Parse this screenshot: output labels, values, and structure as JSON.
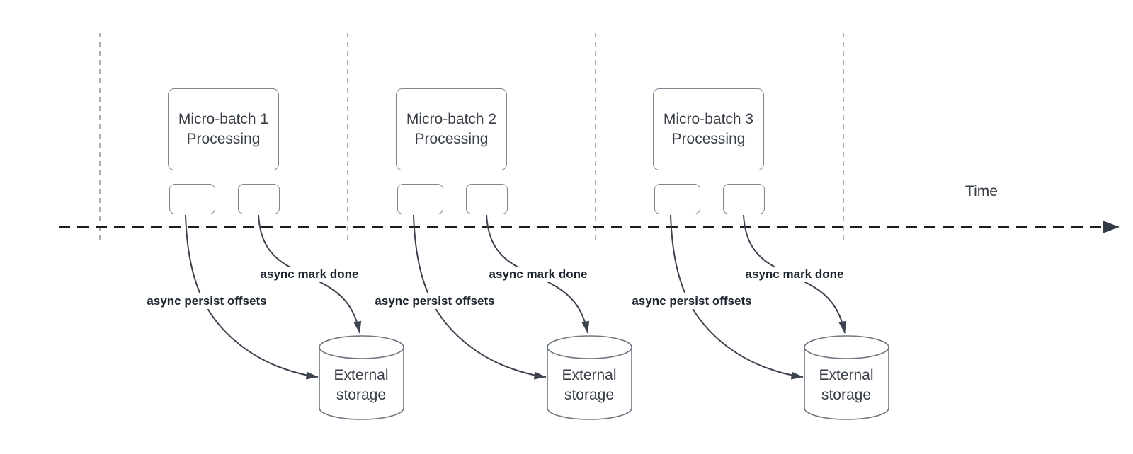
{
  "diagram": {
    "time_axis_label": "Time",
    "groups": [
      {
        "batch_title_line1": "Micro-batch 1",
        "batch_title_line2": "Processing",
        "persist_label": "async persist offsets",
        "done_label": "async mark done",
        "storage_line1": "External",
        "storage_line2": "storage"
      },
      {
        "batch_title_line1": "Micro-batch 2",
        "batch_title_line2": "Processing",
        "persist_label": "async persist offsets",
        "done_label": "async mark done",
        "storage_line1": "External",
        "storage_line2": "storage"
      },
      {
        "batch_title_line1": "Micro-batch 3",
        "batch_title_line2": "Processing",
        "persist_label": "async persist offsets",
        "done_label": "async mark done",
        "storage_line1": "External",
        "storage_line2": "storage"
      }
    ],
    "colors": {
      "shape_stroke": "#7d8590",
      "shape_text": "#383e47",
      "connector": "#3c434e",
      "timeline": "#1d1d1d",
      "gridline": "#b0b0b0",
      "edge_label_text": "#1d2530",
      "background": "#ffffff"
    }
  }
}
